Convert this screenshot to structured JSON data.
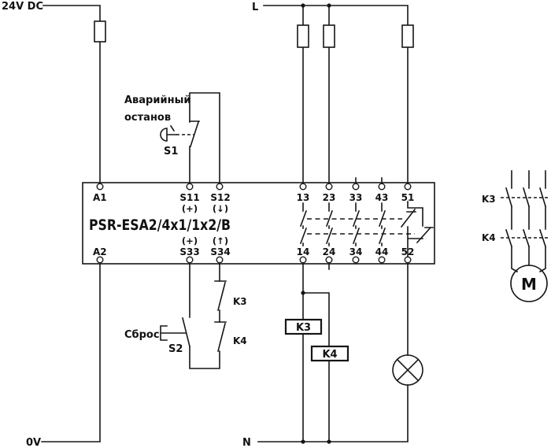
{
  "power_labels": {
    "dc_supply": "24V DC",
    "dc_return": "0V",
    "line": "L",
    "neutral": "N"
  },
  "emergency_stop": {
    "line1": "Аварийный",
    "line2": "останов",
    "switch_id": "S1"
  },
  "reset": {
    "label": "Сброс",
    "switch_id": "S2"
  },
  "feedback_contacts": {
    "k3": "K3",
    "k4": "K4"
  },
  "coils": {
    "k3": "K3",
    "k4": "K4"
  },
  "motor_contactors": {
    "k3": "K3",
    "k4": "K4"
  },
  "motor": {
    "label": "M"
  },
  "relay": {
    "name": "PSR-ESA2/4x1/1x2/B",
    "terminals_top": [
      "A1",
      "S11",
      "S12",
      "13",
      "23",
      "33",
      "43",
      "51"
    ],
    "terminals_bottom": [
      "A2",
      "S33",
      "S34",
      "14",
      "24",
      "34",
      "44",
      "52"
    ],
    "sub_labels": {
      "s11": "(+)",
      "s12": "(↓)",
      "s33": "(+)",
      "s34": "(↑)"
    }
  },
  "colors": {
    "ink": "#161616",
    "background": "#ffffff"
  }
}
